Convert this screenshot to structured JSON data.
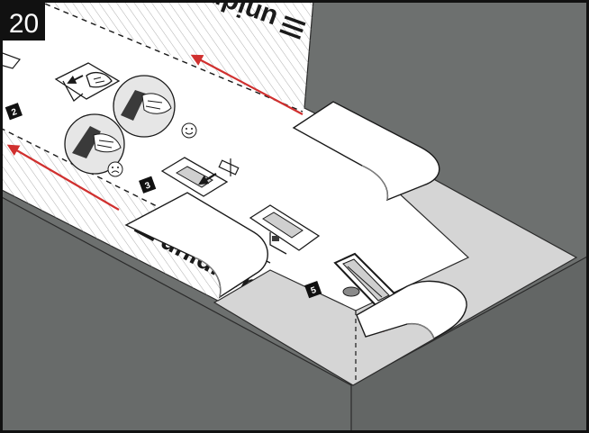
{
  "step_number": "20",
  "logo_text": "unidrain",
  "step_badges": [
    "2",
    "3",
    "5"
  ],
  "colors": {
    "background": "#6d706f",
    "block_left_face": "#686b6a",
    "block_right_face": "#636665",
    "recess": "#d5d5d5",
    "membrane": "#ffffff",
    "hatch": "#9a9a9a",
    "arrow": "#d0302f",
    "ink": "#1a1a1a"
  },
  "icons": [
    "smiley-face-icon",
    "frowning-face-icon",
    "red-arrow-icon",
    "black-arrow-icon"
  ]
}
